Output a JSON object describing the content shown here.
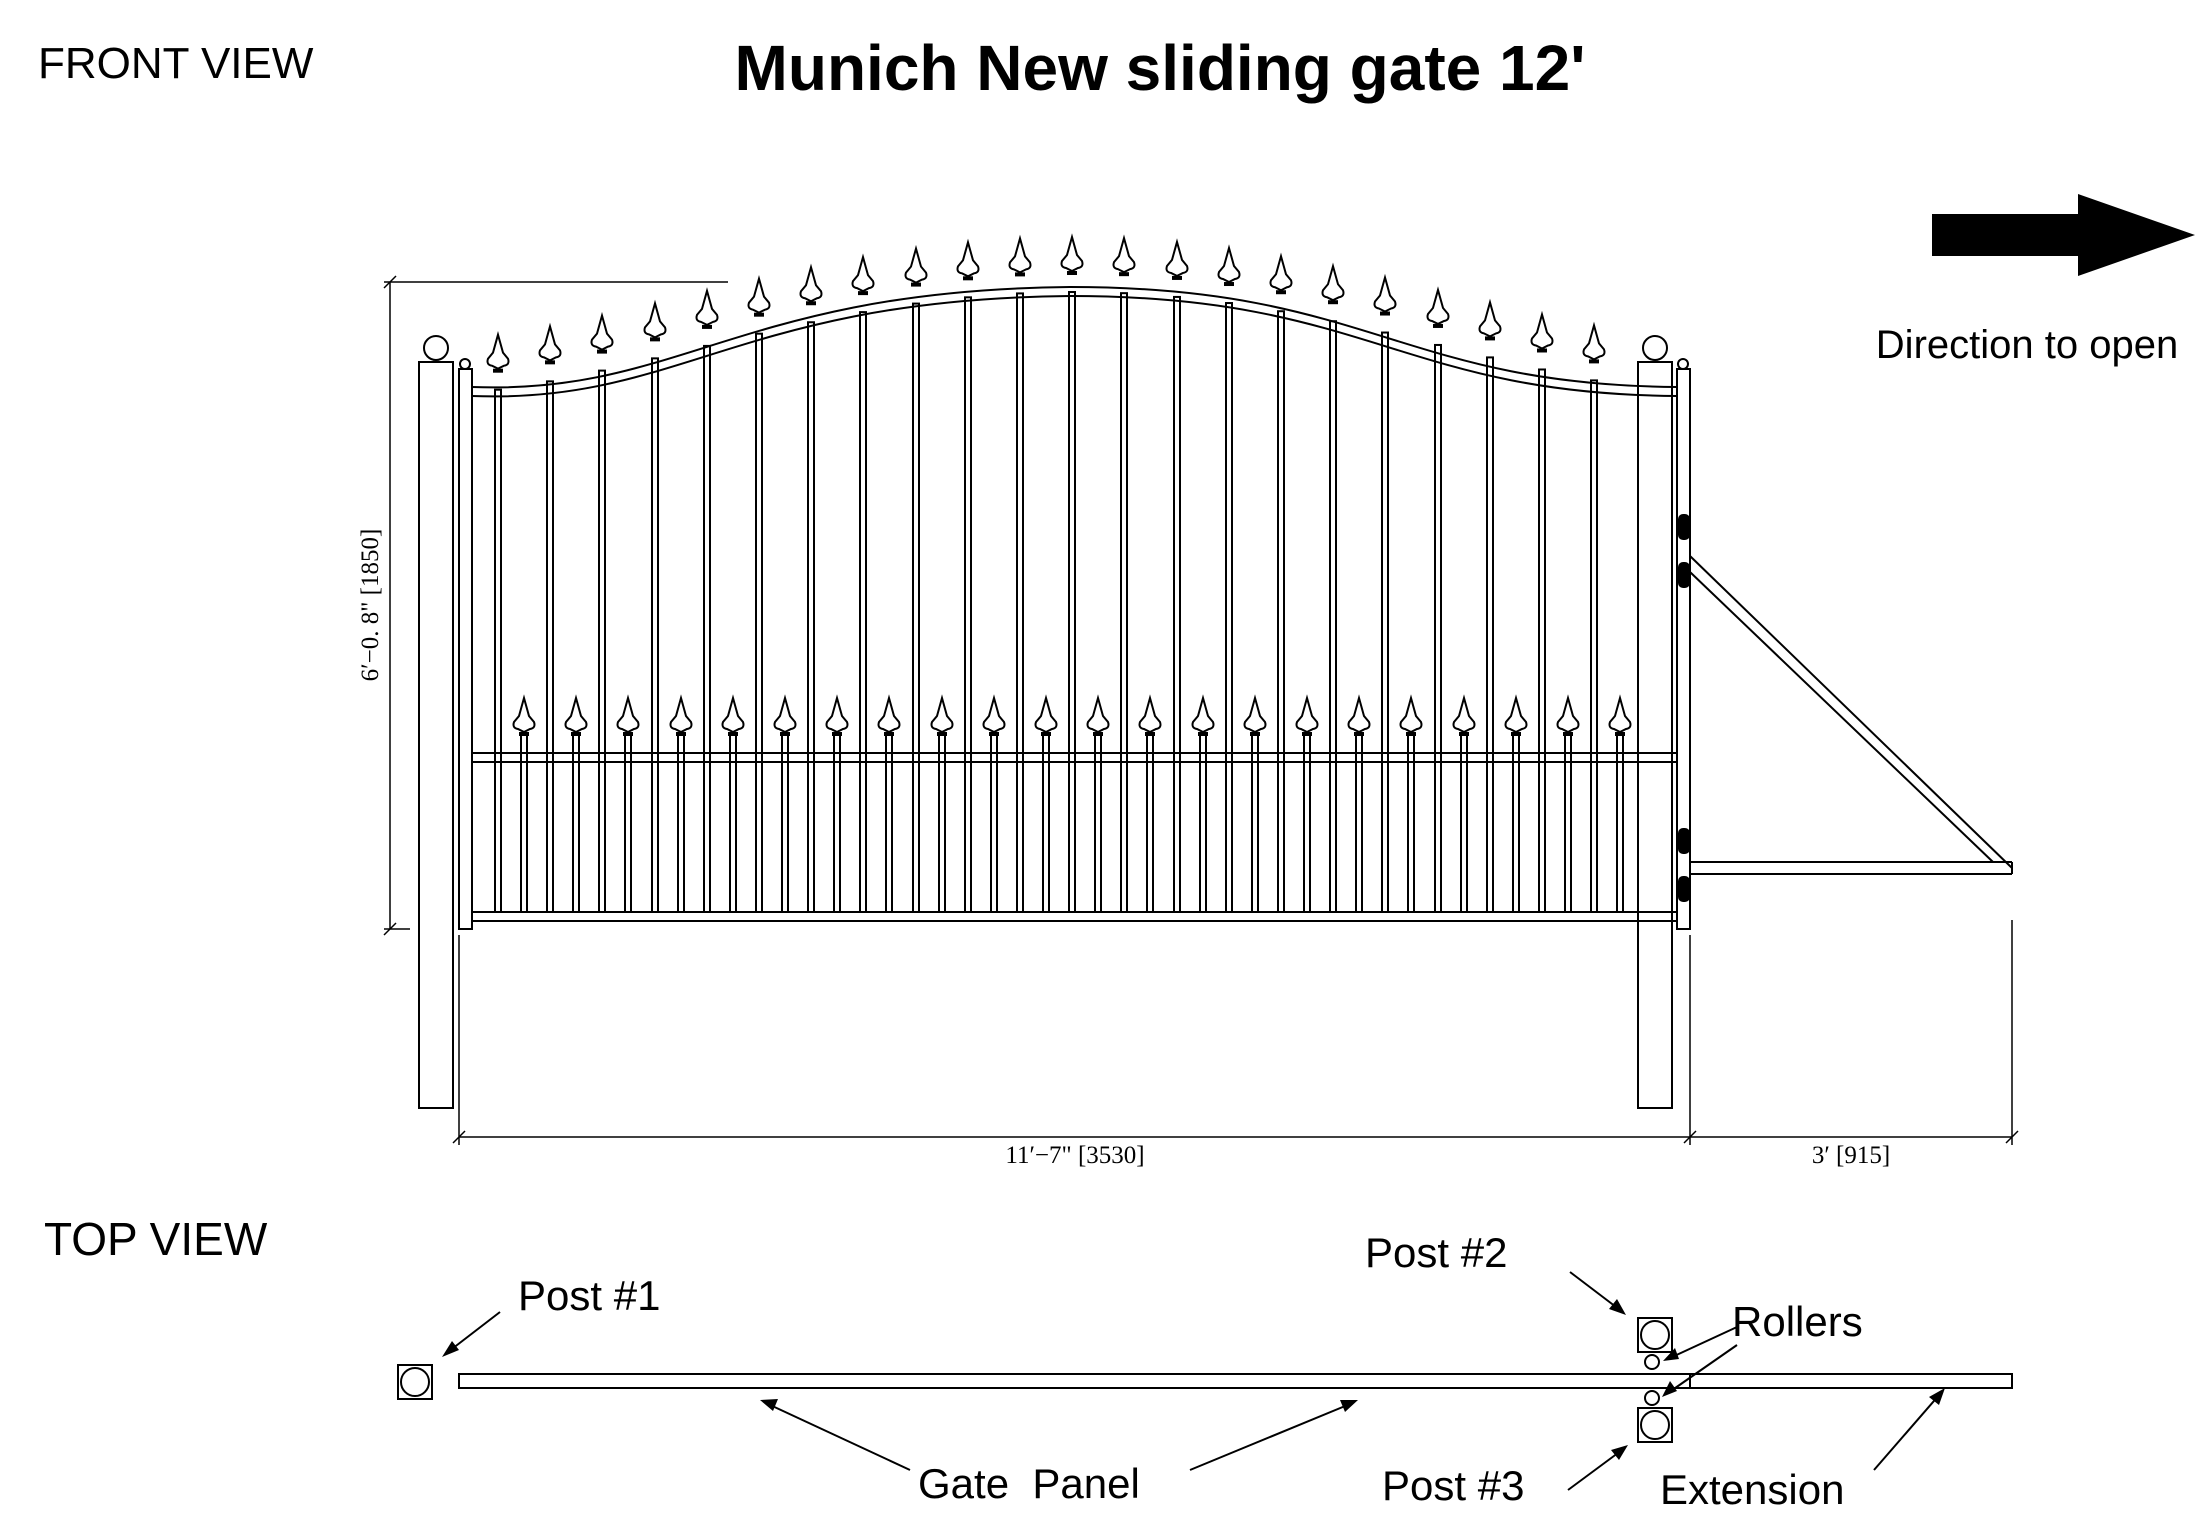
{
  "front_view": {
    "heading": "FRONT VIEW"
  },
  "title": "Munich New sliding gate 12'",
  "direction": {
    "label": "Direction to open",
    "arrow": "right-arrow-icon"
  },
  "dimensions": {
    "height": "6′−0. 8\" [1850]",
    "gate_width": "11′−7\" [3530]",
    "extension_width": "3′ [915]"
  },
  "top_view": {
    "heading": "TOP  VIEW",
    "labels": {
      "post1": "Post #1",
      "post2": "Post #2",
      "post3": "Post #3",
      "rollers": "Rollers",
      "gate_panel": "Gate  Panel",
      "extension": "Extension"
    }
  },
  "colors": {
    "ink": "#000000",
    "paper": "#ffffff"
  }
}
